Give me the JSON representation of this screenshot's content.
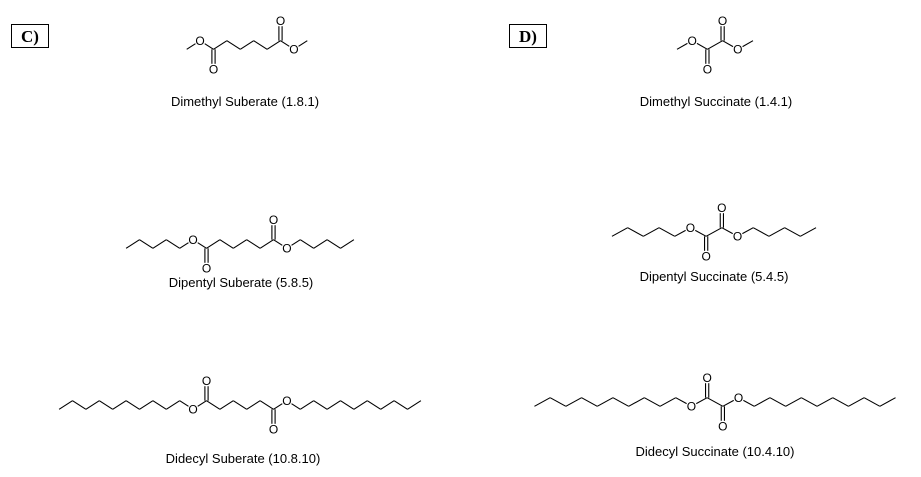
{
  "panels": [
    {
      "label": "C)",
      "molecules": [
        {
          "name": "Dimethyl Suberate (1.8.1)",
          "alkyl_carbons": 1,
          "diacid_carbons": 8
        },
        {
          "name": "Dipentyl Suberate (5.8.5)",
          "alkyl_carbons": 5,
          "diacid_carbons": 8
        },
        {
          "name": "Didecyl Suberate (10.8.10)",
          "alkyl_carbons": 10,
          "diacid_carbons": 8
        }
      ]
    },
    {
      "label": "D)",
      "molecules": [
        {
          "name": "Dimethyl Succinate (1.4.1)",
          "alkyl_carbons": 1,
          "diacid_carbons": 4
        },
        {
          "name": "Dipentyl Succinate (5.4.5)",
          "alkyl_carbons": 5,
          "diacid_carbons": 4
        },
        {
          "name": "Didecyl Succinate (10.4.10)",
          "alkyl_carbons": 10,
          "diacid_carbons": 4
        }
      ]
    }
  ],
  "atom_symbols": {
    "oxygen": "O"
  },
  "colors": {
    "stroke": "#000000",
    "background": "#ffffff"
  }
}
